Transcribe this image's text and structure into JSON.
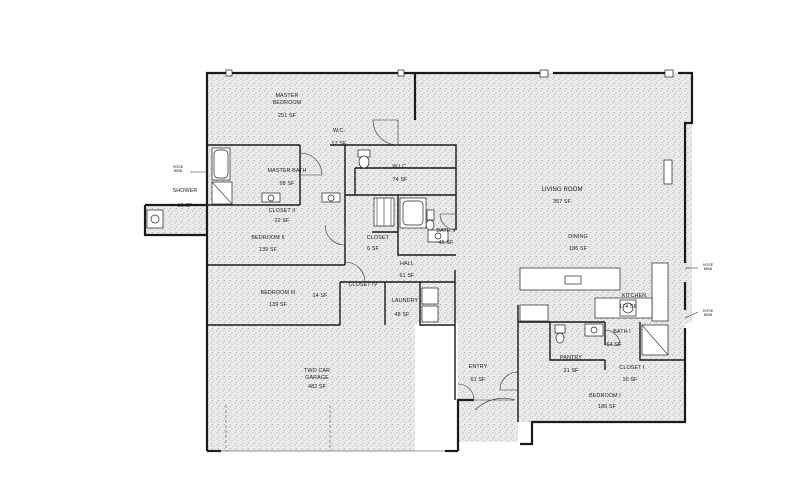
{
  "rooms": {
    "master_bedroom_title": "MASTER BEDROOM",
    "master_bedroom_area": "251 SF",
    "wc": "W.C.",
    "wc_area": "17 SF",
    "master_bath": "MASTER BATH",
    "master_bath_area": "98 SF",
    "wic": "W.I.C.",
    "wic_area": "74 SF",
    "shower": "SHOWER",
    "shower_area": "16 SF",
    "closet_ii": "CLOSET II",
    "closet_ii_area": "22 SF",
    "bedroom_ii": "BEDROOM II",
    "bedroom_ii_area": "139 SF",
    "closet": "CLOSET",
    "closet_area": "6 SF",
    "bath_ii": "BATH II",
    "bath_ii_area": "45 SF",
    "hall": "HALL",
    "hall_area": "61 SF",
    "closet_iv": "CLOSET IV",
    "closet_iv_area": "14 SF",
    "bedroom_iii": "BEDROOM III",
    "bedroom_iii_area": "139 SF",
    "laundry": "LAUNDRY",
    "laundry_area": "48 SF",
    "living_room": "LIVING ROOM",
    "living_room_area": "357 SF",
    "dining": "DINING",
    "dining_area": "186 SF",
    "kitchen": "KITCHEN",
    "kitchen_area": "174 SF",
    "bath_i": "BATH I",
    "bath_i_area": "64 SF",
    "pantry": "PANTRY",
    "pantry_area": "21 SF",
    "closet_i": "CLOSET I",
    "closet_i_area": "10 SF",
    "bedroom_i": "BEDROOM I",
    "bedroom_i_area": "186 SF",
    "entry": "ENTRY",
    "entry_area": "61 SF",
    "garage_line1": "TWO CAR",
    "garage_line2": "GARAGE",
    "garage_area": "482 SF"
  },
  "notes": {
    "hose_bibb_line1": "HOSE",
    "hose_bibb_line2": "BIBB"
  },
  "colors": {
    "stipple_fill": "#bdbdbd",
    "wall": "#1a1a1a",
    "background": "#ffffff"
  }
}
